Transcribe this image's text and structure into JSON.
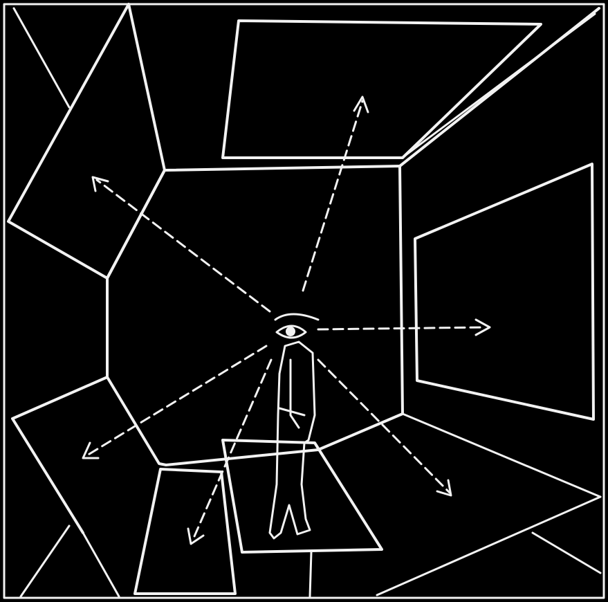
{
  "illustration": {
    "colors": {
      "background": "#000000",
      "line": "#f2f2f2"
    },
    "rays": [
      {
        "name": "ray-up-left"
      },
      {
        "name": "ray-up"
      },
      {
        "name": "ray-right"
      },
      {
        "name": "ray-down-right"
      },
      {
        "name": "ray-down-left"
      },
      {
        "name": "ray-down"
      }
    ]
  }
}
